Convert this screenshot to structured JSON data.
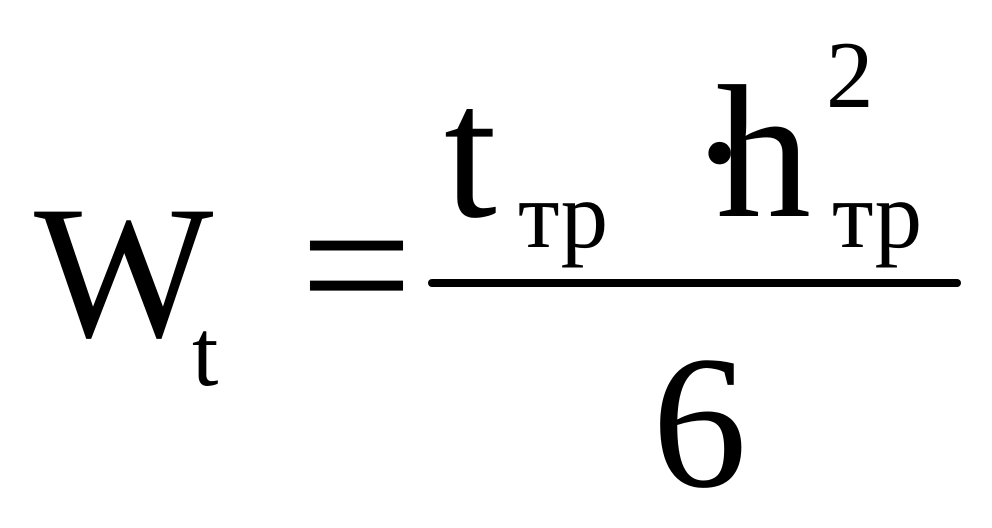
{
  "formula": {
    "lhs": {
      "variable": "W",
      "subscript": "t"
    },
    "equals": "=",
    "numerator": {
      "factor1": {
        "variable": "t",
        "subscript": "тр"
      },
      "operator": "·",
      "factor2": {
        "variable": "h",
        "superscript": "2",
        "subscript": "тр"
      }
    },
    "denominator": "6"
  }
}
